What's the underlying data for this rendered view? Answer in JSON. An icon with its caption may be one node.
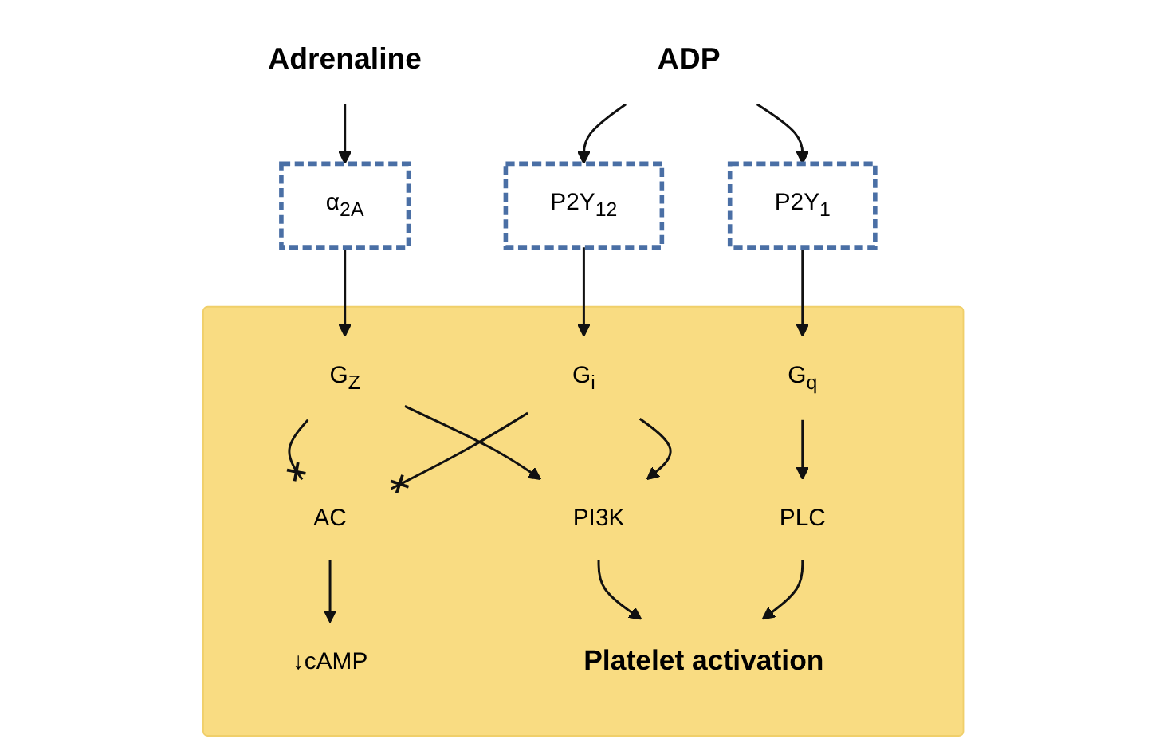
{
  "diagram": {
    "nodes": [
      {
        "text": [
          "ADP"
        ]
      },
      {
        "text": [
          "Adrenaline"
        ]
      },
      {
        "text": [],
        "shape": "box"
      },
      {
        "text": [
          "P2Y$_{1}$"
        ]
      },
      {
        "text": [
          "P2Y$_{12}$"
        ]
      },
      {
        "text": [
          "α$_{2A}$"
        ]
      },
      {
        "text": [
          "G$_{q}$"
        ],
        "in": 2
      },
      {
        "text": [
          "PLC"
        ],
        "in": 2
      },
      {
        "text": [
          "G$_{i}$"
        ],
        "in": 2
      },
      {
        "text": [
          "PI3K"
        ],
        "in": 2
      },
      {
        "text": [
          "↓cAMP"
        ],
        "in": 2
      },
      {
        "text": [
          "AC"
        ],
        "in": 2
      },
      {
        "text": [
          "G$_{Z}$"
        ],
        "in": 2
      },
      {
        "text": [
          "Platelet activation"
        ],
        "in": 2
      }
    ],
    "edges": [
      {
        "from": 0,
        "to": 3,
        "arrow": "to"
      },
      {
        "from": 0,
        "to": 4,
        "arrow": "to"
      },
      {
        "from": 1,
        "to": 5,
        "arrow": "to"
      },
      {
        "from": 3,
        "to": 6,
        "arrow": "to"
      },
      {
        "from": 6,
        "to": 7,
        "arrow": "to"
      },
      {
        "from": 7,
        "to": 13,
        "arrow": "to"
      },
      {
        "from": 4,
        "to": 8,
        "arrow": "to"
      },
      {
        "from": 8,
        "to": 9,
        "arrow": "to"
      },
      {
        "from": 8,
        "to": 11,
        "arrow": "other"
      },
      {
        "from": 11,
        "to": 10,
        "arrow": "to"
      },
      {
        "from": 12,
        "to": 11,
        "arrow": "other"
      },
      {
        "from": 12,
        "to": 9,
        "arrow": "to"
      },
      {
        "from": 5,
        "to": 12,
        "arrow": "to"
      },
      {
        "from": 9,
        "to": 13,
        "arrow": "to"
      }
    ]
  }
}
